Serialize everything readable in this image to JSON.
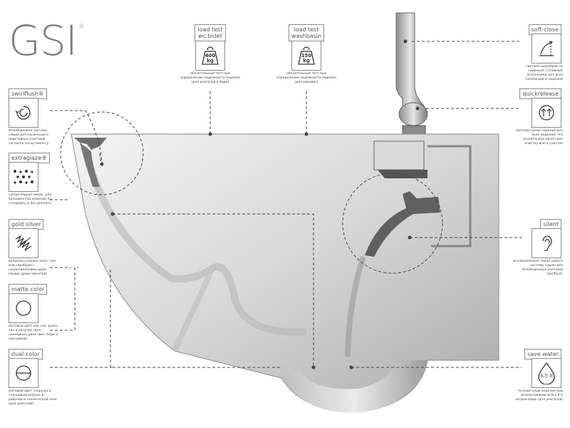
{
  "brand": {
    "logo": "GSI",
    "reg_mark": "®"
  },
  "features": {
    "swirlflush": {
      "title": "swirlflush®",
      "desc": "безободковая система смыва для наcвесных и приставных унитазов согласно ассортименту",
      "icon": "swirl-icon"
    },
    "extraglaze": {
      "title": "extraglaze®",
      "desc": "суперглядкая эмаль, для большинства изделий по стандарту и без доплаты",
      "icon": "dots-icon"
    },
    "gold_silver": {
      "title": "gold silver",
      "desc": "внешняя отделка золо- том или серебром с сопротивлением цара- пинам (даже монетой)",
      "icon": "zigzag-icon"
    },
    "matte_color": {
      "title": "matte color",
      "desc": "матовый цвет как сна- ружи, так и изнутри (для накладных рако- вин, биде и писсуаров)",
      "icon": "circle-icon"
    },
    "dual_color": {
      "title": "dual color",
      "desc": "матовый цвет снаружи и глянцевый внутри, в рабочей и технической зоне (для унитазов)",
      "icon": "half-circle-icon"
    },
    "load_test_wc": {
      "title": "load test\nwc.bidet",
      "desc": "обязательный тест при определении надежности изделия (для унитазов и биде)",
      "weight": "400",
      "unit": "kg",
      "icon": "weight-icon"
    },
    "load_test_basin": {
      "title": "load test\nwashbasin",
      "desc": "обязательный тест при определении надежности изделия (для раковин)",
      "weight": "150",
      "unit": "kg",
      "icon": "weight-icon"
    },
    "soft_close": {
      "title": "soft-close",
      "desc": "система шарниров на сиденьях с плавным опусканием для всех коллекций и моделей",
      "icon": "soft-close-icon"
    },
    "quickrelease": {
      "title": "quickrelease",
      "desc": "система съема сиденья для всех моделей, что значительно облегчает очистку всего унитаза",
      "icon": "arrows-up-icon"
    },
    "silent": {
      "title": "silent",
      "desc": "исключительно тихая работа системы смыва для безободковых унитазов 'swirlflush'",
      "icon": "ear-icon"
    },
    "save_water": {
      "title": "save water",
      "desc": "полный смыв изделия при использовании всего 4,5 литров воды (для унитазов)",
      "icon_text": "4,5 lt",
      "icon": "drop-icon"
    }
  }
}
